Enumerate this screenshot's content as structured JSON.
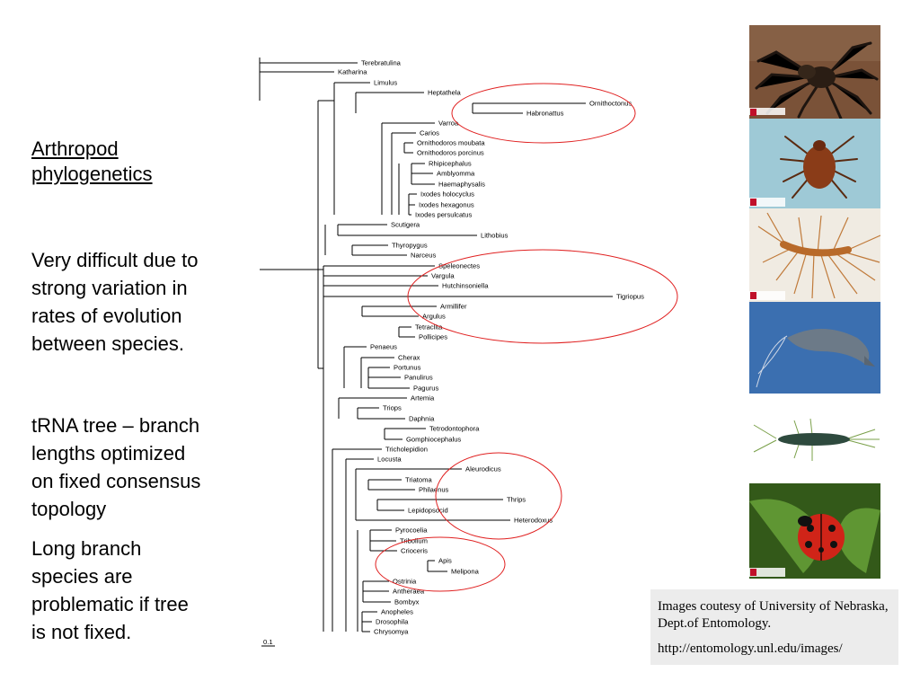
{
  "title": [
    "Arthropod",
    "phylogenetics"
  ],
  "paragraphs": {
    "p1": [
      "Very difficult due to",
      "strong variation in",
      "rates of evolution",
      "between species."
    ],
    "p2": [
      "tRNA tree – branch",
      "lengths optimized",
      "on fixed consensus",
      "topology"
    ],
    "p3": [
      "Long branch",
      "species are",
      "problematic if tree",
      "is not fixed."
    ]
  },
  "tree": {
    "scale_label": "0.1",
    "taxa": [
      "Terebratulina",
      "Katharina",
      "Limulus",
      "Heptathela",
      "Ornithoctonus",
      "Habronattus",
      "Varroa",
      "Carios",
      "Ornithodoros moubata",
      "Ornithodoros porcinus",
      "Rhipicephalus",
      "Amblyomma",
      "Haemaphysalis",
      "Ixodes holocyclus",
      "Ixodes hexagonus",
      "Ixodes persulcatus",
      "Scutigera",
      "Lithobius",
      "Thyropygus",
      "Narceus",
      "Speleonectes",
      "Vargula",
      "Hutchinsoniella",
      "Tigriopus",
      "Armillifer",
      "Argulus",
      "Tetraclita",
      "Pollicipes",
      "Penaeus",
      "Cherax",
      "Portunus",
      "Panulirus",
      "Pagurus",
      "Artemia",
      "Triops",
      "Daphnia",
      "Tetrodontophora",
      "Gomphiocephalus",
      "Tricholepidion",
      "Locusta",
      "Aleurodicus",
      "Triatoma",
      "Philaenus",
      "Thrips",
      "Lepidopsocid",
      "Heterodoxus",
      "Pyrocoelia",
      "Tribolium",
      "Crioceris",
      "Apis",
      "Melipona",
      "Ostrinia",
      "Antheraea",
      "Bombyx",
      "Anopheles",
      "Drosophila",
      "Chrysomya"
    ],
    "highlight_color": "#e02020"
  },
  "photos": [
    {
      "name": "spider",
      "color": "#7a5238"
    },
    {
      "name": "tick",
      "color": "#9ec9d6"
    },
    {
      "name": "centipede",
      "color": "#f0ebe2"
    },
    {
      "name": "shrimp",
      "color": "#3b6fb0"
    },
    {
      "name": "silverfish",
      "color": "#ffffff"
    },
    {
      "name": "ladybug",
      "color": "#3e6b1e"
    }
  ],
  "credit": {
    "text": "Images coutesy of University of Nebraska, Dept.of Entomology.",
    "url": "http://entomology.unl.edu/images/"
  }
}
